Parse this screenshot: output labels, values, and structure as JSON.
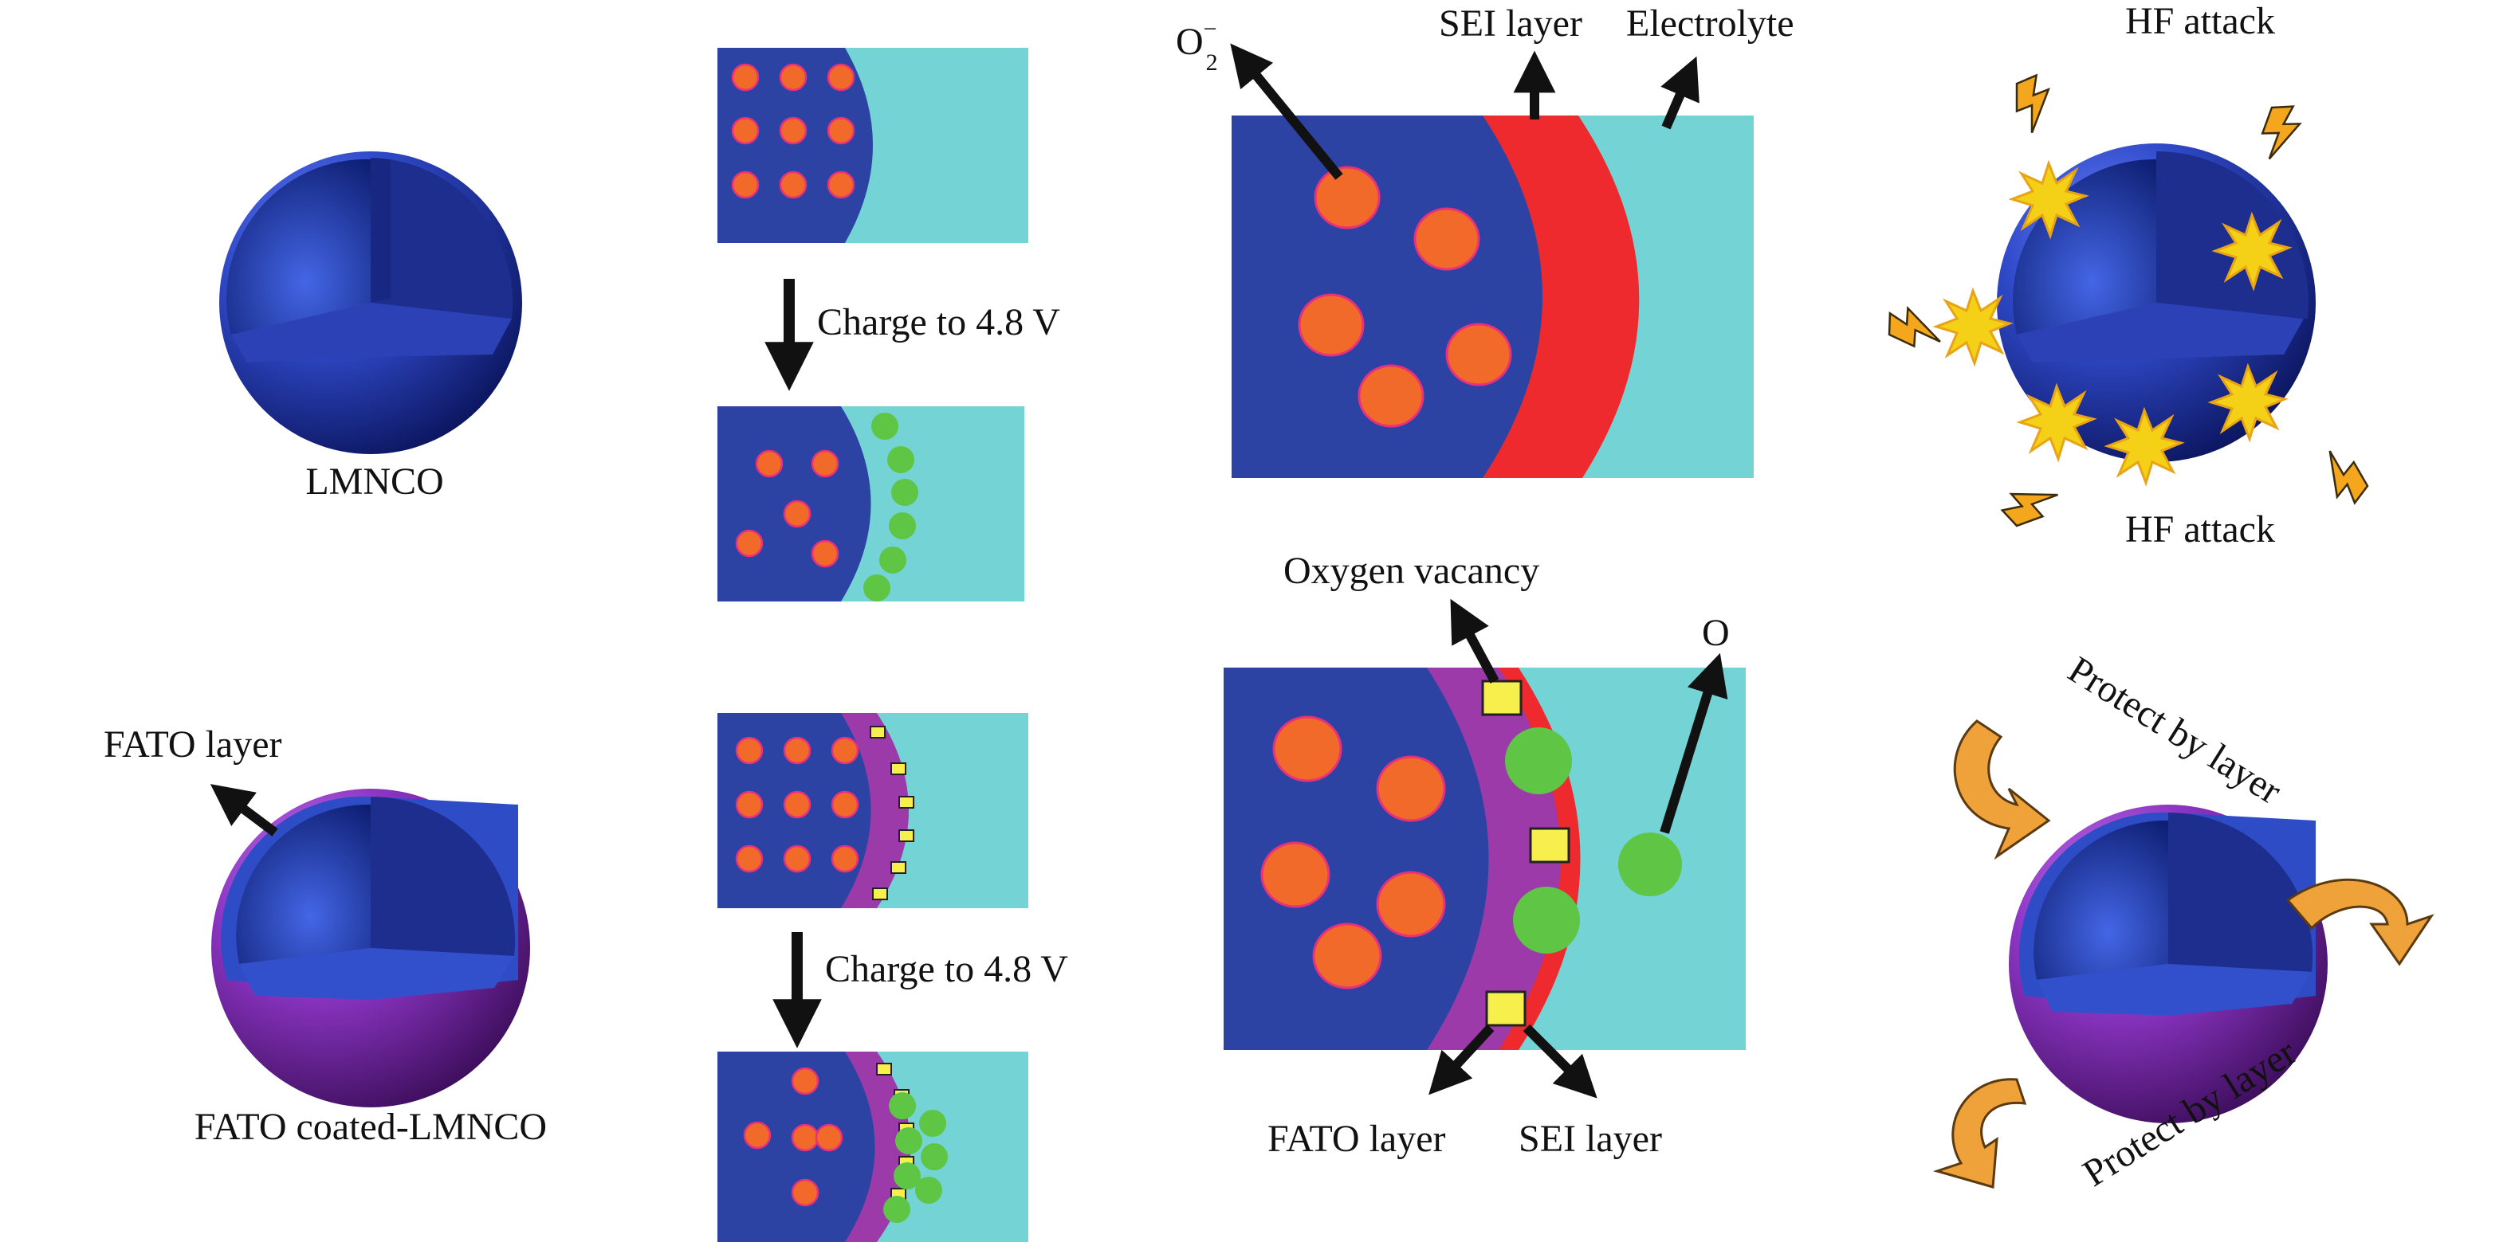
{
  "labels": {
    "lmnco": "LMNCO",
    "fato_coated": "FATO coated-LMNCO",
    "fato_layer_left": "FATO layer",
    "charge_top": "Charge to 4.8 V",
    "charge_bottom": "Charge to 4.8 V",
    "o2_minus_base": "O",
    "o2_minus_sub": "2",
    "o2_minus_sup": "−",
    "sei_layer_top": "SEI layer",
    "electrolyte": "Electrolyte",
    "oxygen_vacancy": "Oxygen vacancy",
    "o_label": "O",
    "fato_layer_bottom": "FATO layer",
    "sei_layer_bottom": "SEI layer",
    "hf_attack_top": "HF attack",
    "hf_attack_bottom": "HF attack",
    "protect_top": "Protect by layer",
    "protect_bottom": "Protect by layer"
  },
  "colors": {
    "core_blue": "#2c43a3",
    "electrolyte_cyan": "#74d3d4",
    "oxygen_orange": "#f26a2a",
    "oxygen_ring": "#e7317c",
    "sei_red": "#ee2a2f",
    "fato_purple": "#9b3aa8",
    "o_green": "#5ec545",
    "vacancy_yellow": "#f6ef4c",
    "hf_star": "#f4d116",
    "bolt": "#f4a71d",
    "protect_arrow": "#f0a23a"
  }
}
